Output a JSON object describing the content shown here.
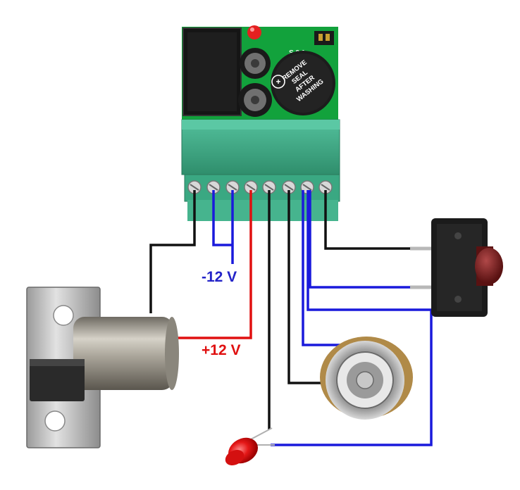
{
  "labels": {
    "minus_voltage": "-12 V",
    "plus_voltage": "+12 V"
  },
  "buzzer": {
    "plus_symbol": "+",
    "line1": "REMOVE",
    "line2": "SEAL",
    "line3": "AFTER",
    "line4": "WASHING"
  },
  "board": {
    "silkscreen": "S.2.1"
  },
  "wire_colors": {
    "black": "#111111",
    "blue": "#1a1adc",
    "red": "#e01010"
  },
  "label_colors": {
    "minus_voltage": "#2323c8",
    "plus_voltage": "#e01010"
  }
}
